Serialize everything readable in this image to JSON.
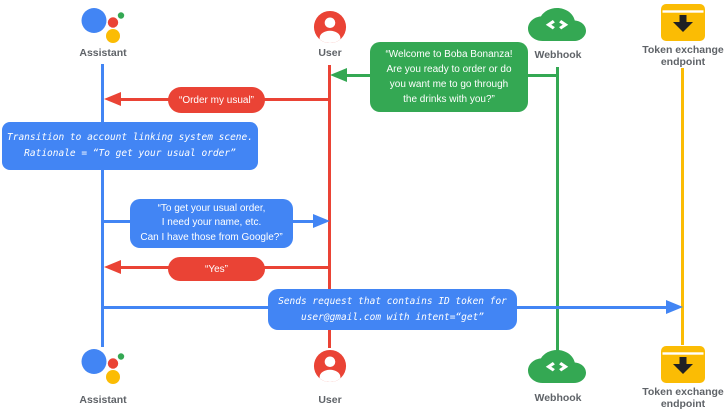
{
  "actors": {
    "assistant": {
      "label": "Assistant"
    },
    "user": {
      "label": "User"
    },
    "webhook": {
      "label": "Webhook"
    },
    "token_endpoint": {
      "label": "Token exchange endpoint"
    }
  },
  "messages": {
    "welcome": {
      "from": "Webhook",
      "to": "User",
      "color": "#34A853",
      "text": "“Welcome to Boba Bonanza!\nAre you ready to order or do\nyou want me to go through\nthe drinks with you?”"
    },
    "order_usual": {
      "from": "User",
      "to": "Assistant",
      "color": "#EA4335",
      "text": "“Order my usual”"
    },
    "transition_note": {
      "on": "Assistant",
      "color": "#4285F4",
      "text": "Transition to account linking system scene.\nRationale = “To get your usual order”"
    },
    "ask_permission": {
      "from": "Assistant",
      "to": "User",
      "color": "#4285F4",
      "text": "“To get your usual order,\nI need your name, etc.\nCan I have those from Google?”"
    },
    "yes": {
      "from": "User",
      "to": "Assistant",
      "color": "#EA4335",
      "text": "“Yes”"
    },
    "send_request": {
      "from": "Assistant",
      "to": "Token exchange endpoint",
      "color": "#4285F4",
      "text": "Sends request that contains ID token for\nuser@gmail.com with intent=“get”"
    }
  },
  "colors": {
    "blue": "#4285F4",
    "red": "#EA4335",
    "green": "#34A853",
    "yellow": "#FBBC04",
    "label_gray": "#5F6368"
  }
}
